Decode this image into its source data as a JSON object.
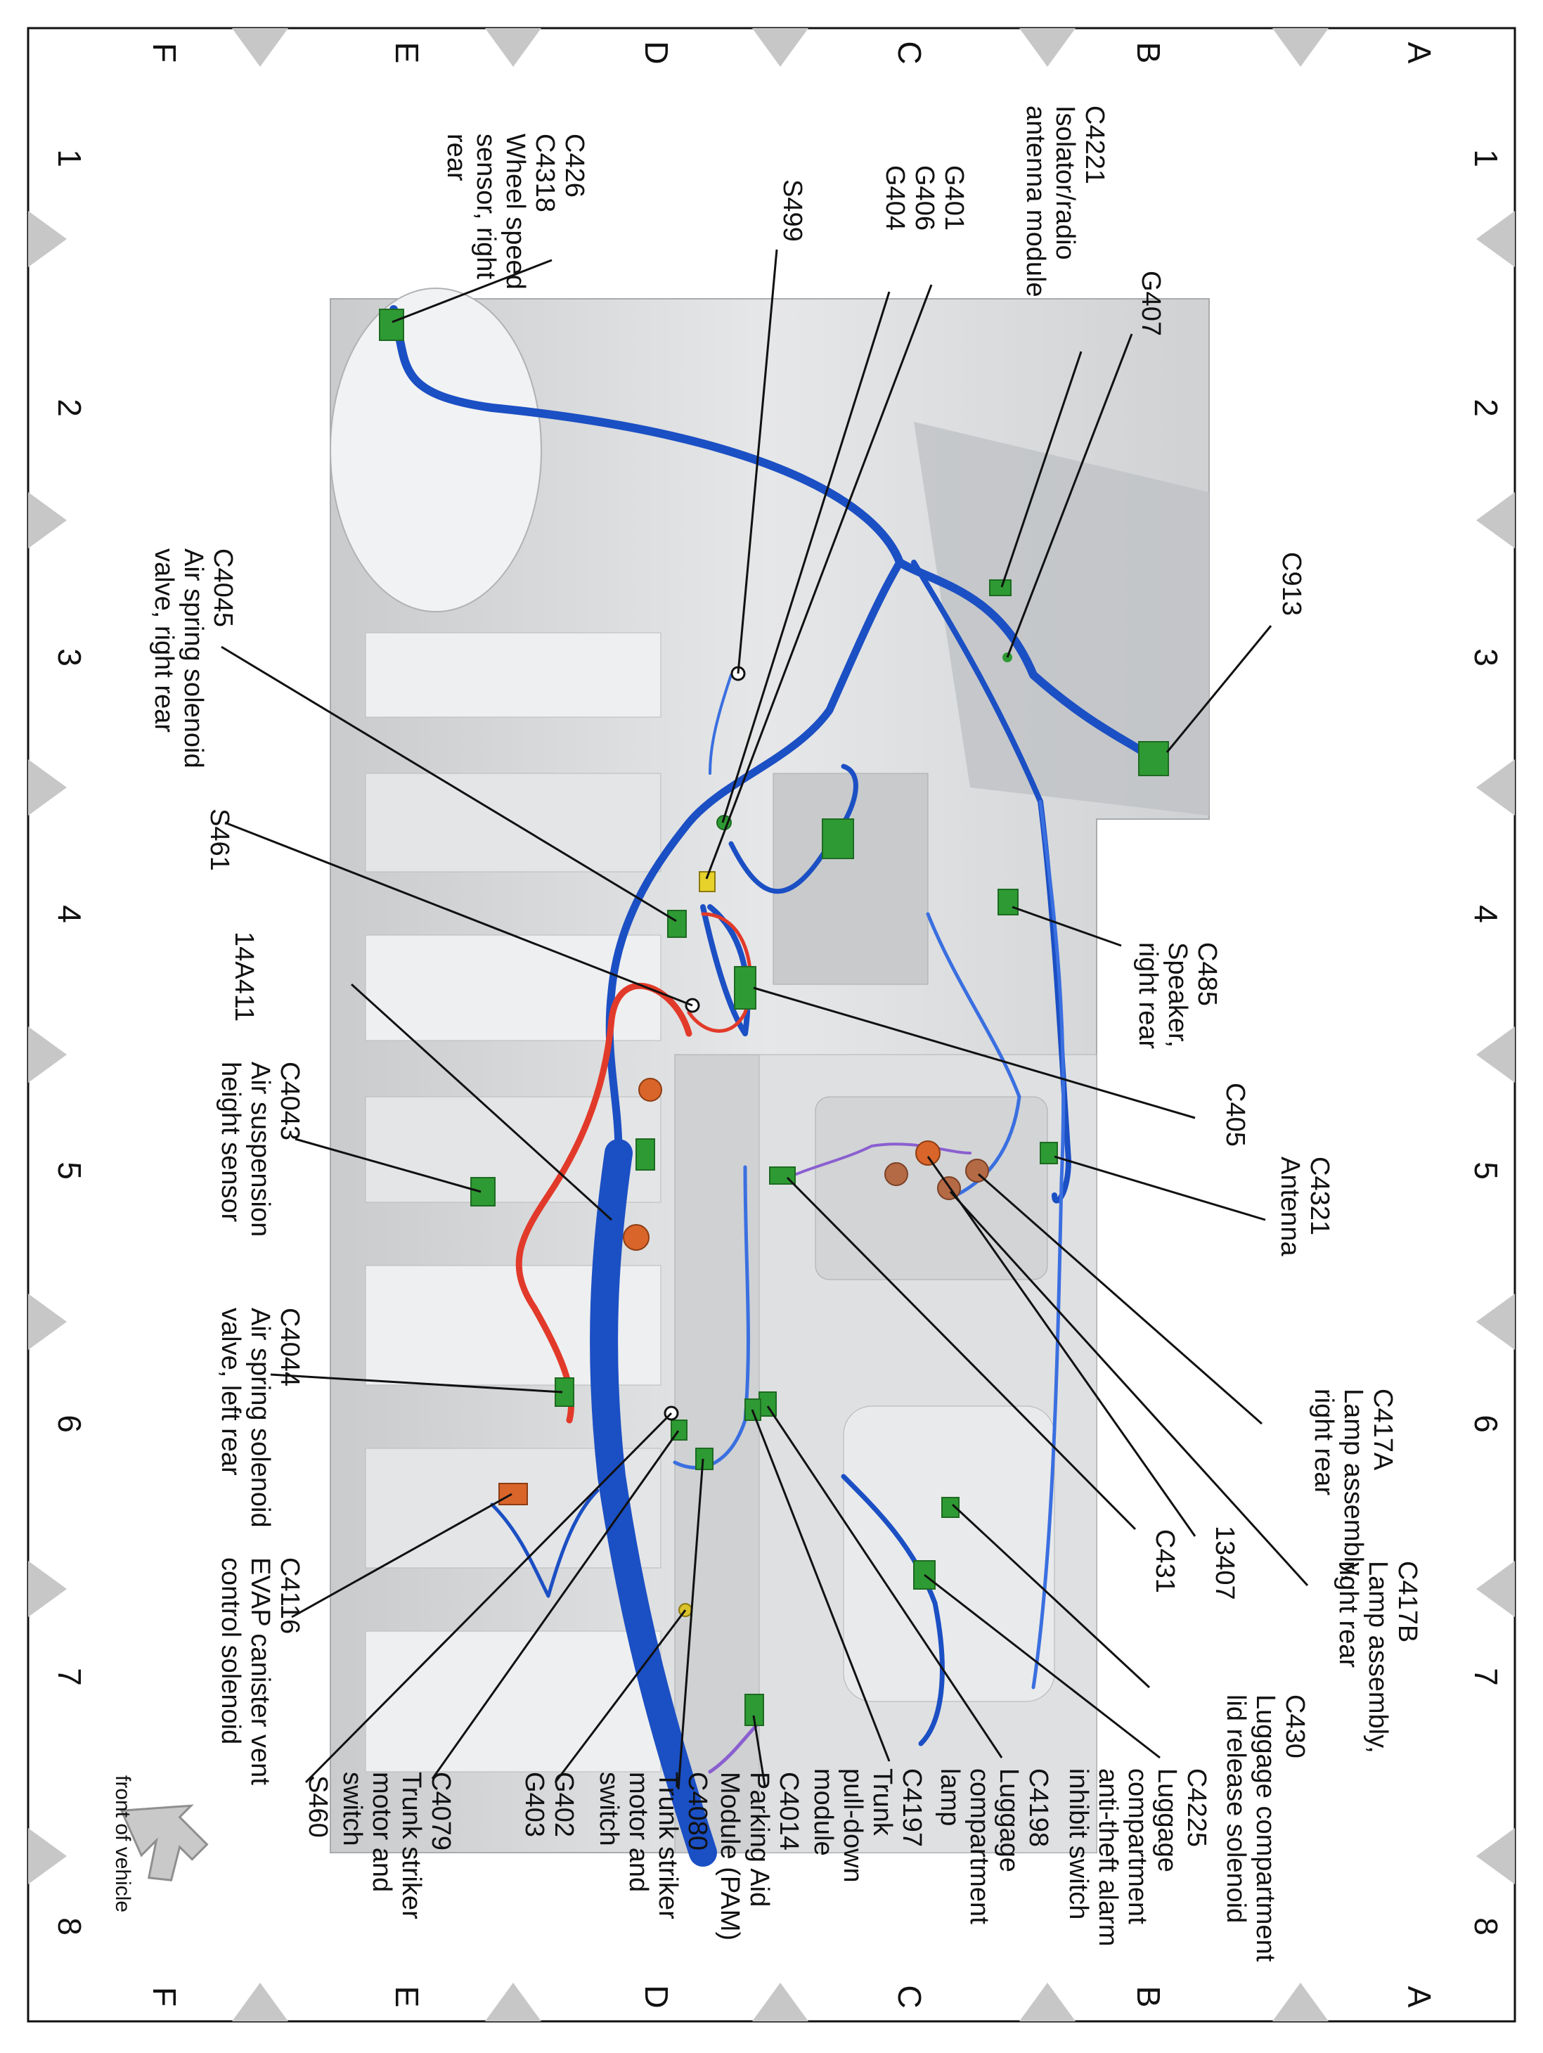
{
  "grid": {
    "rows": [
      "A",
      "B",
      "C",
      "D",
      "E",
      "F"
    ],
    "columns": [
      "1",
      "2",
      "3",
      "4",
      "5",
      "6",
      "7",
      "8"
    ]
  },
  "callouts": {
    "c4221": [
      "C4221",
      "Isolator/radio",
      "antenna module"
    ],
    "g407": [
      "G407"
    ],
    "c913": [
      "C913"
    ],
    "c485": [
      "C485",
      "Speaker,",
      "right rear"
    ],
    "c405": [
      "C405"
    ],
    "c4321": [
      "C4321",
      "Antenna"
    ],
    "c417a": [
      "C417A",
      "Lamp assembly,",
      "right rear"
    ],
    "c417b": [
      "C417B",
      "Lamp assembly,",
      "right rear"
    ],
    "n13407": [
      "13407"
    ],
    "c431": [
      "C431"
    ],
    "c430": [
      "C430",
      "Luggage compartment",
      "lid release solenoid"
    ],
    "c4225": [
      "C4225",
      "Luggage",
      "compartment",
      "anti-theft alarm",
      "inhibit switch"
    ],
    "c4198": [
      "C4198",
      "Luggage",
      "compartment",
      "lamp"
    ],
    "c4197": [
      "C4197",
      "Trunk",
      "pull-down",
      "module"
    ],
    "c4014": [
      "C4014",
      "Parking Aid",
      "Module (PAM)"
    ],
    "c4080": [
      "C4080",
      "Trunk striker",
      "motor and",
      "switch"
    ],
    "g402": [
      "G402",
      "G403"
    ],
    "c4079": [
      "C4079",
      "Trunk striker",
      "motor and",
      "switch"
    ],
    "s460": [
      "S460"
    ],
    "c4116": [
      "C4116",
      "EVAP canister vent",
      "control solenoid"
    ],
    "c4044": [
      "C4044",
      "Air spring solenoid",
      "valve, left rear"
    ],
    "c4043": [
      "C4043",
      "Air suspension",
      "height sensor"
    ],
    "n14a411": [
      "14A411"
    ],
    "s461": [
      "S461"
    ],
    "c4045": [
      "C4045",
      "Air spring solenoid",
      "valve, right rear"
    ],
    "s499": [
      "S499"
    ],
    "g401": [
      "G401",
      "G406",
      "G404"
    ],
    "c426": [
      "C426",
      "C4318",
      "Wheel speed",
      "sensor, right",
      "rear"
    ]
  },
  "front_note": "front of vehicle",
  "colors": {
    "harness_main": "#1b4fc4",
    "harness_light": "#3a6fe0",
    "harness_red": "#e23a2a",
    "harness_purple": "#8a5fd0",
    "connector": "#2e9a33",
    "component_orange": "#d9652a",
    "body_gray": "#d4d6d8",
    "frame_marker": "#c7c7c7"
  }
}
